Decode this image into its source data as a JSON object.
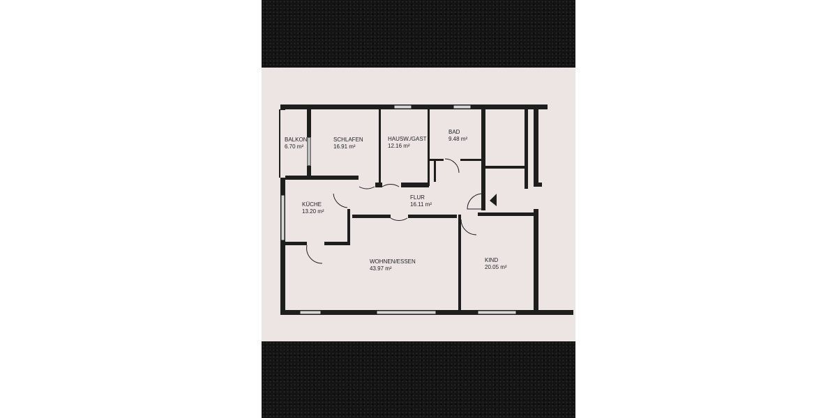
{
  "rooms": [
    {
      "name": "BALKON",
      "area": "6.70 m²"
    },
    {
      "name": "SCHLAFEN",
      "area": "16.91 m²"
    },
    {
      "name": "HAUSW./GAST",
      "area": "12.16 m²"
    },
    {
      "name": "BAD",
      "area": "9.48 m²"
    },
    {
      "name": "KÜCHE",
      "area": "13.20 m²"
    },
    {
      "name": "FLUR",
      "area": "16.11 m²"
    },
    {
      "name": "WOHNEN/ESSEN",
      "area": "43.97 m²"
    },
    {
      "name": "KIND",
      "area": "20.05 m²"
    }
  ],
  "colors": {
    "wall": "#1e1e1e",
    "paper": "#ece5e4",
    "window": "#d8d8d8",
    "background": "#141414"
  }
}
